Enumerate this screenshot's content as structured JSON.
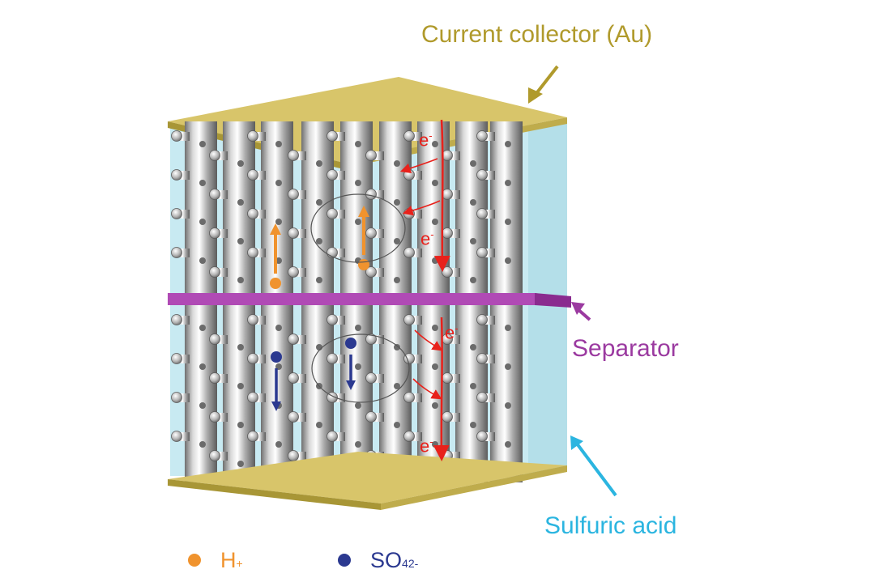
{
  "labels": {
    "current_collector": "Current collector (Au)",
    "separator": "Separator",
    "sulfuric_acid": "Sulfuric acid"
  },
  "electron_label": {
    "base": "e",
    "charge": "-"
  },
  "legend": [
    {
      "ion_base": "H",
      "superscript": "+",
      "subscript": "",
      "color": "#f0932e"
    },
    {
      "ion_base": "SO",
      "subscript": "4",
      "superscript": "2-",
      "color": "#2b3990"
    }
  ],
  "colors": {
    "collector": "#c9b556",
    "collector_label": "#b09a2c",
    "separator": "#9b3aa0",
    "separator_label": "#9b3aa0",
    "electrolyte": "#c8eaf2",
    "acid_label": "#2bb5e0",
    "electron_flow": "#e8211b",
    "proton": "#f0932e",
    "sulfate": "#2b3990",
    "pillar": "#a8a8a8"
  }
}
